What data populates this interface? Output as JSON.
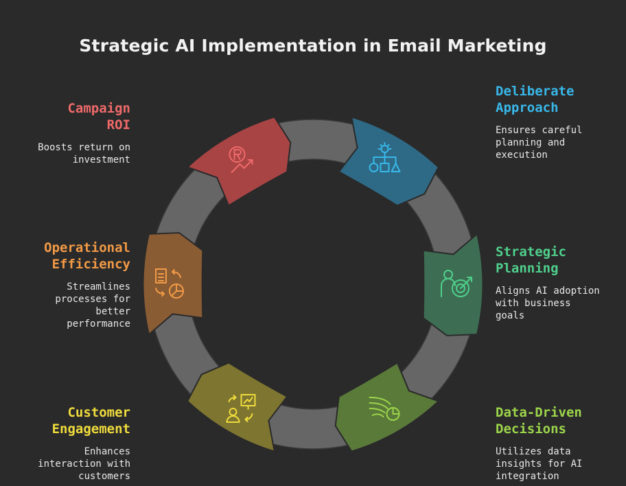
{
  "title": "Strategic AI Implementation in Email Marketing",
  "colors": {
    "background": "#2a2a2a",
    "ring": "#666666",
    "text": "#e8e8e8"
  },
  "stages": [
    {
      "key": "roi",
      "title_lines": [
        "Campaign",
        "ROI"
      ],
      "desc_lines": [
        "Boosts return on",
        "investment"
      ],
      "color": "#f06a6a",
      "segment_color": "#a84444",
      "icon": "roi-chart-icon"
    },
    {
      "key": "deliberate",
      "title_lines": [
        "Deliberate",
        "Approach"
      ],
      "desc_lines": [
        "Ensures careful",
        "planning and",
        "execution"
      ],
      "color": "#38b8ea",
      "segment_color": "#2e6a86",
      "icon": "idea-shapes-icon"
    },
    {
      "key": "strategic",
      "title_lines": [
        "Strategic",
        "Planning"
      ],
      "desc_lines": [
        "Aligns AI adoption",
        "with business",
        "goals"
      ],
      "color": "#4fd08c",
      "segment_color": "#3d6e53",
      "icon": "person-target-icon"
    },
    {
      "key": "data",
      "title_lines": [
        "Data-Driven",
        "Decisions"
      ],
      "desc_lines": [
        "Utilizes data",
        "insights for AI",
        "integration"
      ],
      "color": "#9cd54a",
      "segment_color": "#5a7a3a",
      "icon": "data-flow-pie-icon"
    },
    {
      "key": "engagement",
      "title_lines": [
        "Customer",
        "Engagement"
      ],
      "desc_lines": [
        "Enhances",
        "interaction with",
        "customers"
      ],
      "color": "#f0dc3c",
      "segment_color": "#7e7530",
      "icon": "presenter-icon"
    },
    {
      "key": "efficiency",
      "title_lines": [
        "Operational",
        "Efficiency"
      ],
      "desc_lines": [
        "Streamlines",
        "processes for",
        "better",
        "performance"
      ],
      "color": "#f29a46",
      "segment_color": "#8a5c34",
      "icon": "process-doc-pie-icon"
    }
  ]
}
